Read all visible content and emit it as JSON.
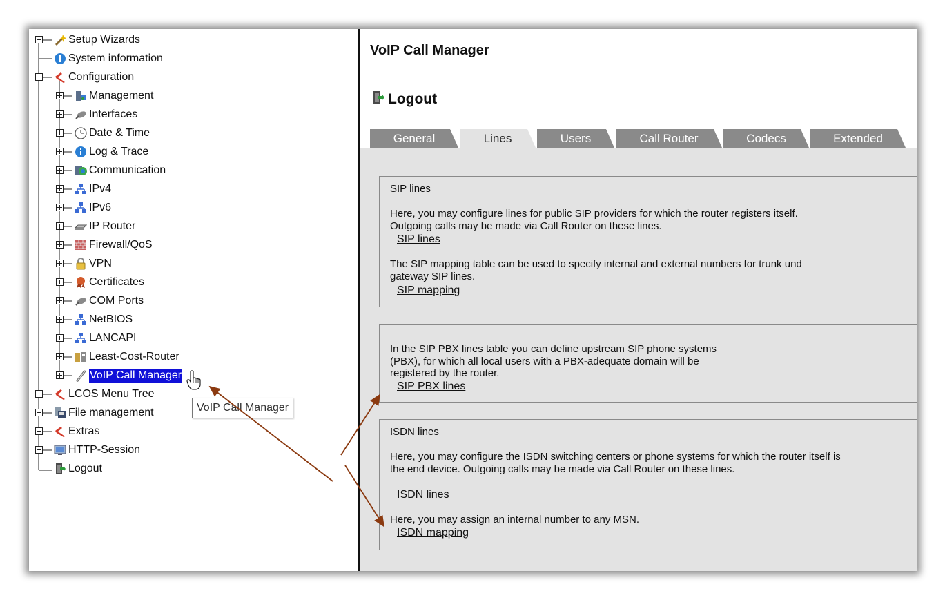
{
  "tree": {
    "items": [
      {
        "label": "Setup Wizards",
        "icon": "wand-icon",
        "expander": "plus"
      },
      {
        "label": "System information",
        "icon": "info-icon",
        "expander": "none"
      },
      {
        "label": "Configuration",
        "icon": "tools-icon",
        "expander": "minus"
      },
      {
        "label": "Management",
        "icon": "server-icon",
        "expander": "plus"
      },
      {
        "label": "Interfaces",
        "icon": "plug-icon",
        "expander": "plus"
      },
      {
        "label": "Date & Time",
        "icon": "clock-icon",
        "expander": "plus"
      },
      {
        "label": "Log & Trace",
        "icon": "info-icon",
        "expander": "plus"
      },
      {
        "label": "Communication",
        "icon": "globe-icon",
        "expander": "plus"
      },
      {
        "label": "IPv4",
        "icon": "network-icon",
        "expander": "plus"
      },
      {
        "label": "IPv6",
        "icon": "network-icon",
        "expander": "plus"
      },
      {
        "label": "IP Router",
        "icon": "router-icon",
        "expander": "plus"
      },
      {
        "label": "Firewall/QoS",
        "icon": "firewall-icon",
        "expander": "plus"
      },
      {
        "label": "VPN",
        "icon": "lock-icon",
        "expander": "plus"
      },
      {
        "label": "Certificates",
        "icon": "certificate-icon",
        "expander": "plus"
      },
      {
        "label": "COM Ports",
        "icon": "plug-icon",
        "expander": "plus"
      },
      {
        "label": "NetBIOS",
        "icon": "network-icon",
        "expander": "plus"
      },
      {
        "label": "LANCAPI",
        "icon": "network-icon",
        "expander": "plus"
      },
      {
        "label": "Least-Cost-Router",
        "icon": "router-cost-icon",
        "expander": "plus"
      },
      {
        "label": "VoIP Call Manager",
        "icon": "phone-icon",
        "expander": "plus"
      },
      {
        "label": "LCOS Menu Tree",
        "icon": "tools-icon",
        "expander": "plus"
      },
      {
        "label": "File management",
        "icon": "file-management-icon",
        "expander": "plus"
      },
      {
        "label": "Extras",
        "icon": "tools-icon",
        "expander": "plus"
      },
      {
        "label": "HTTP-Session",
        "icon": "monitor-icon",
        "expander": "plus"
      },
      {
        "label": "Logout",
        "icon": "logout-icon",
        "expander": "none"
      }
    ],
    "selected": "VoIP Call Manager",
    "tooltip": "VoIP Call Manager"
  },
  "main": {
    "title": "VoIP Call Manager",
    "logout_label": "Logout",
    "tabs": [
      {
        "label": "General",
        "active": false
      },
      {
        "label": "Lines",
        "active": true
      },
      {
        "label": "Users",
        "active": false
      },
      {
        "label": "Call Router",
        "active": false
      },
      {
        "label": "Codecs",
        "active": false
      },
      {
        "label": "Extended",
        "active": false
      }
    ],
    "sections": {
      "sip": {
        "heading": "SIP lines",
        "text1": "Here, you may configure lines for public SIP providers for which the router registers itself. Outgoing calls may be made via Call Router on these lines.",
        "link1": "SIP lines",
        "text2": "The SIP mapping table can be used to specify internal and external numbers for trunk und gateway SIP lines.",
        "link2": "SIP mapping"
      },
      "pbx": {
        "text": "In the SIP PBX lines table you can define upstream SIP phone systems (PBX), for which all local users with a PBX-adequate domain will be registered by the router.",
        "link": "SIP PBX lines"
      },
      "isdn": {
        "heading": "ISDN lines",
        "text1": "Here, you may configure the ISDN switching centers or phone systems for which the router itself is the end device. Outgoing calls may be made via Call Router on these lines.",
        "link1": "ISDN lines",
        "text2": "Here, you may assign an internal number to any MSN.",
        "link2": "ISDN mapping"
      }
    }
  },
  "colors": {
    "selection": "#1010d8",
    "tab_inactive": "#8a8a8a",
    "tab_active": "#e3e3e3",
    "content_bg": "#e3e3e3",
    "arrow": "#8b3a10"
  }
}
